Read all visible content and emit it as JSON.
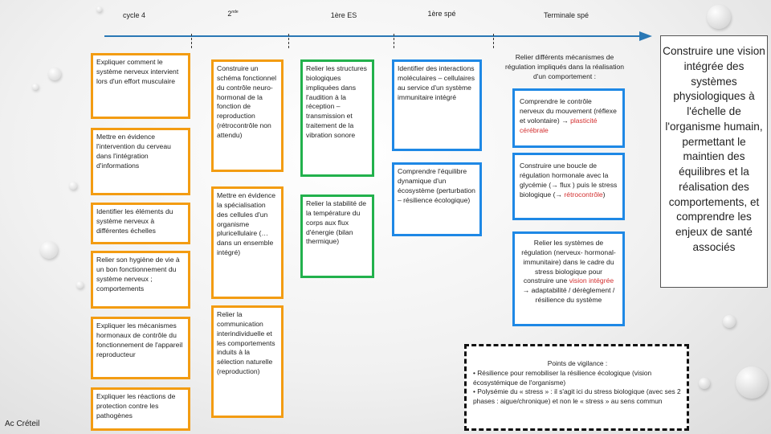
{
  "headers": {
    "cycle4": "cycle 4",
    "seconde": "2",
    "seconde_sup": "nde",
    "premiere_es": "1ère ES",
    "premiere_spe": "1ère spé",
    "terminale": "Terminale spé"
  },
  "colors": {
    "timeline": "#2a78b5",
    "orange": "#f39c12",
    "blue": "#1e88e5",
    "green": "#22b14c",
    "red_text": "#d32f2f"
  },
  "cycle4": [
    "Expliquer comment le système nerveux intervient lors d'un effort musculaire",
    "Mettre en évidence l'intervention du cerveau dans l'intégration d'informations",
    "Identifier les éléments du système nerveux à différentes échelles",
    "Relier son hygiène de vie à un bon fonctionnement du système nerveux ; comportements",
    "Expliquer les mécanismes hormonaux de contrôle du fonctionnement de l'appareil reproducteur",
    "Expliquer les réactions de protection contre les pathogènes"
  ],
  "seconde": [
    "Construire un schéma fonctionnel du contrôle neuro-hormonal de la fonction de reproduction (rétrocontrôle non attendu)",
    "Mettre en évidence la spécialisation des cellules d'un organisme pluricellulaire (… dans un ensemble intégré)",
    "Relier la communication interindividuelle et les comportements induits à la sélection naturelle (reproduction)"
  ],
  "premiere_es": [
    "Relier les structures biologiques impliquées dans l'audition à la réception – transmission et traitement de la vibration sonore",
    "Relier la stabilité de la température du corps aux flux d'énergie (bilan thermique)"
  ],
  "premiere_spe": [
    "Identifier des interactions moléculaires – cellulaires au service d'un système immunitaire intégré",
    "Comprendre l'équilibre dynamique d'un écosystème (perturbation – résilience écologique)"
  ],
  "terminale": {
    "intro": "Relier différents mécanismes de régulation impliqués dans la réalisation d'un comportement :",
    "box1_text": "Comprendre le contrôle nerveux du mouvement (réflexe et volontaire) →",
    "box1_red": "plasticité cérébrale",
    "box2_text": "Construire une boucle de régulation hormonale avec la glycémie (→ flux ) puis le stress biologique (→",
    "box2_red": "rétrocontrôle",
    "box2_end": ")",
    "box3_text": "Relier les systèmes de régulation (nerveux- hormonal- immunitaire) dans le cadre du stress biologique pour construire une",
    "box3_red": "vision intégrée",
    "box3_end": "→ adaptabilité / dérèglement / résilience du système"
  },
  "conclusion": "Construire une vision intégrée des systèmes physiologiques à l'échelle de l'organisme humain, permettant le maintien des équilibres et la réalisation des comportements, et comprendre les enjeux de santé associés",
  "vigilance": {
    "title": "Points de vigilance :",
    "line1": "• Résilience pour remobiliser la résilience écologique (vision écosystémique de l'organisme)",
    "line2": "• Polysémie du « stress » : il s'agit ici du stress biologique (avec ses 2 phases : aigue/chronique) et non le « stress » au sens commun"
  },
  "credit": "Ac Créteil"
}
